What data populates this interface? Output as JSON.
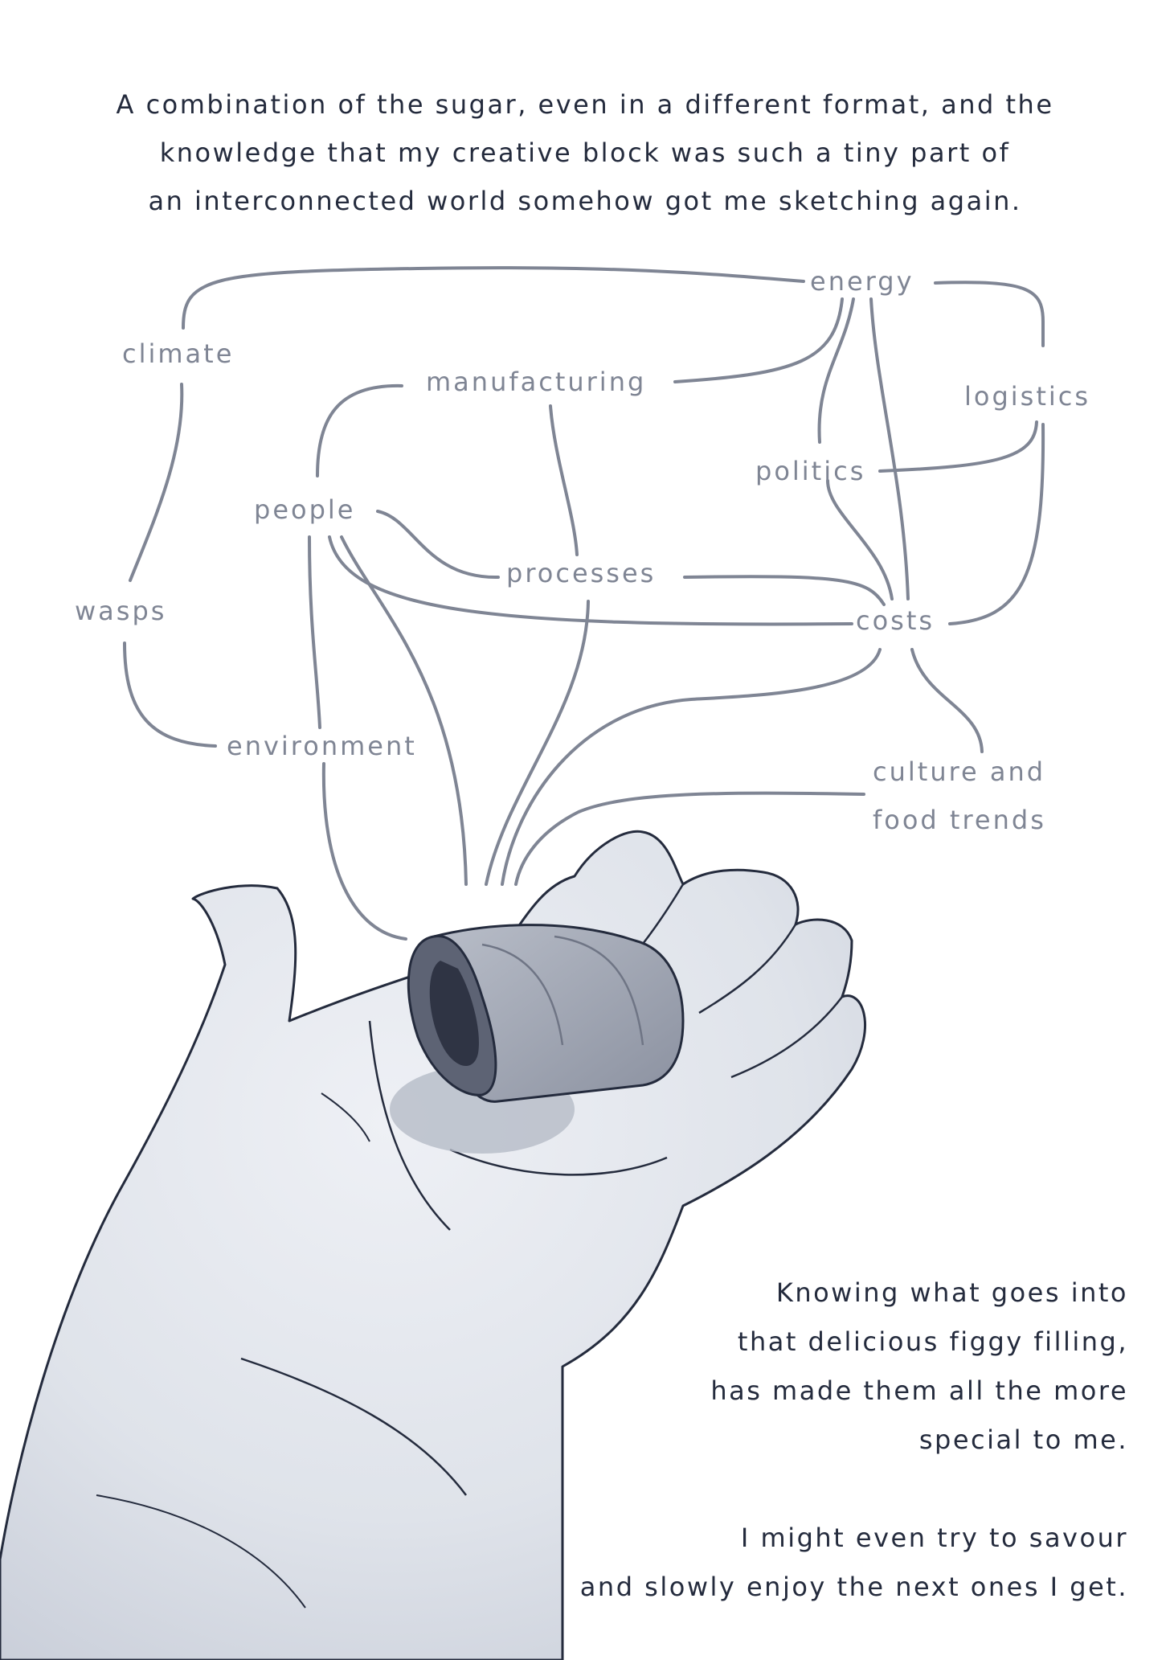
{
  "intro_lines": [
    "A combination of the sugar, even in a different format, and the",
    "knowledge that my creative block was such a tiny part of",
    "an interconnected world somehow got me sketching again."
  ],
  "nodes": {
    "energy": "energy",
    "climate": "climate",
    "manufacturing": "manufacturing",
    "logistics": "logistics",
    "politics": "politics",
    "people": "people",
    "processes": "processes",
    "wasps": "wasps",
    "costs": "costs",
    "environment": "environment",
    "culture_line1": "culture and",
    "culture_line2": "food trends"
  },
  "outro_paragraph1": [
    "Knowing what goes into",
    "that delicious figgy filling,",
    "has made them all the more",
    "special to me."
  ],
  "outro_paragraph2": [
    "I might even try to savour",
    "and slowly enjoy the next ones I get."
  ],
  "colors": {
    "ink": "#242b3d",
    "map_lines": "#7f8594",
    "hand_fill": "#e6e9ef",
    "biscuit": "#9aa0ad"
  }
}
